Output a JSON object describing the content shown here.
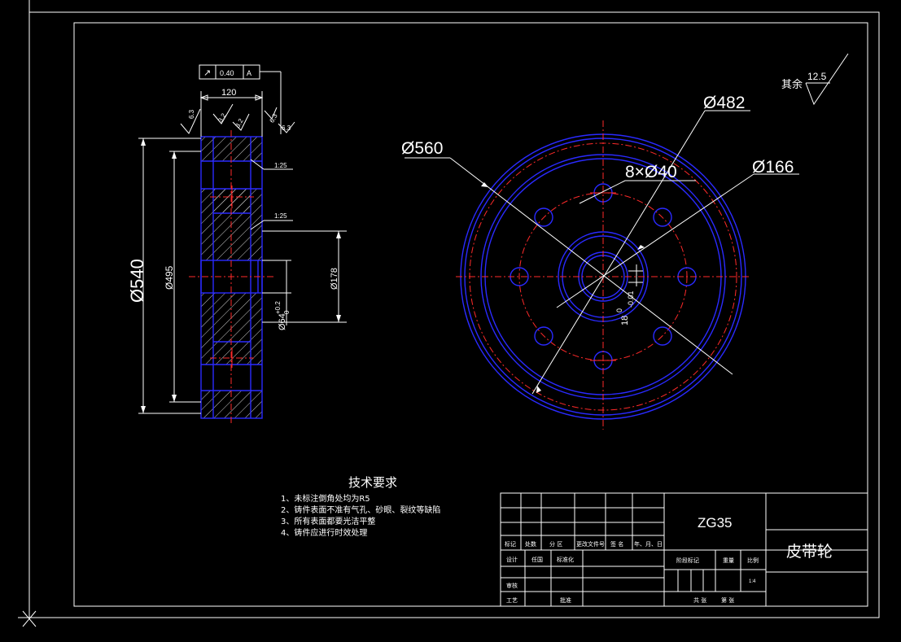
{
  "colors": {
    "background": "#000000",
    "line": "#ffffff",
    "outline": "#2a2aff",
    "centerline": "#ff2a2a"
  },
  "section_view": {
    "tolerance_frame": {
      "symbol": "↗",
      "value": "0.40",
      "datum": "A"
    },
    "dim_width": "120",
    "dim_outer": "Ø540",
    "dim_rim": "Ø495",
    "dim_hub": "Ø178",
    "dim_bore": "Ø64",
    "dim_bore_tol": "+0.2",
    "dim_bore_tol_low": "0",
    "taper_1": "1:25",
    "taper_2": "1:25",
    "roughness": [
      "6.3",
      "3.2",
      "3.2",
      "6.3",
      "6.3"
    ]
  },
  "front_view": {
    "dim_outer": "Ø560",
    "dim_groove": "Ø482",
    "dim_holes": "8×Ø40",
    "dim_bolt_circle": "Ø166",
    "keyway_width": "18",
    "keyway_tol": "0",
    "keyway_tol_low": "-0.01"
  },
  "general_roughness": {
    "label": "其余",
    "value": "12.5"
  },
  "technical_requirements": {
    "title": "技术要求",
    "items": [
      "1、未标注倒角处均为R5",
      "2、铸件表面不准有气孔、砂眼、裂纹等缺陷",
      "3、所有表面都要光洁平整",
      "4、铸件应进行时效处理"
    ]
  },
  "title_block": {
    "material": "ZG35",
    "part_name": "皮带轮",
    "labels": [
      "标记",
      "处数",
      "分 区",
      "更改文件号",
      "签 名",
      "年、月、日"
    ],
    "row_design": [
      "设计",
      "任国",
      "标准化"
    ],
    "row_review": "审核",
    "row_process": [
      "工艺",
      "批准"
    ],
    "stage_labels": [
      "阶段标记",
      "重量",
      "比例"
    ],
    "scale": "1:4",
    "sheet_labels": [
      "共 张",
      "第 张"
    ]
  }
}
